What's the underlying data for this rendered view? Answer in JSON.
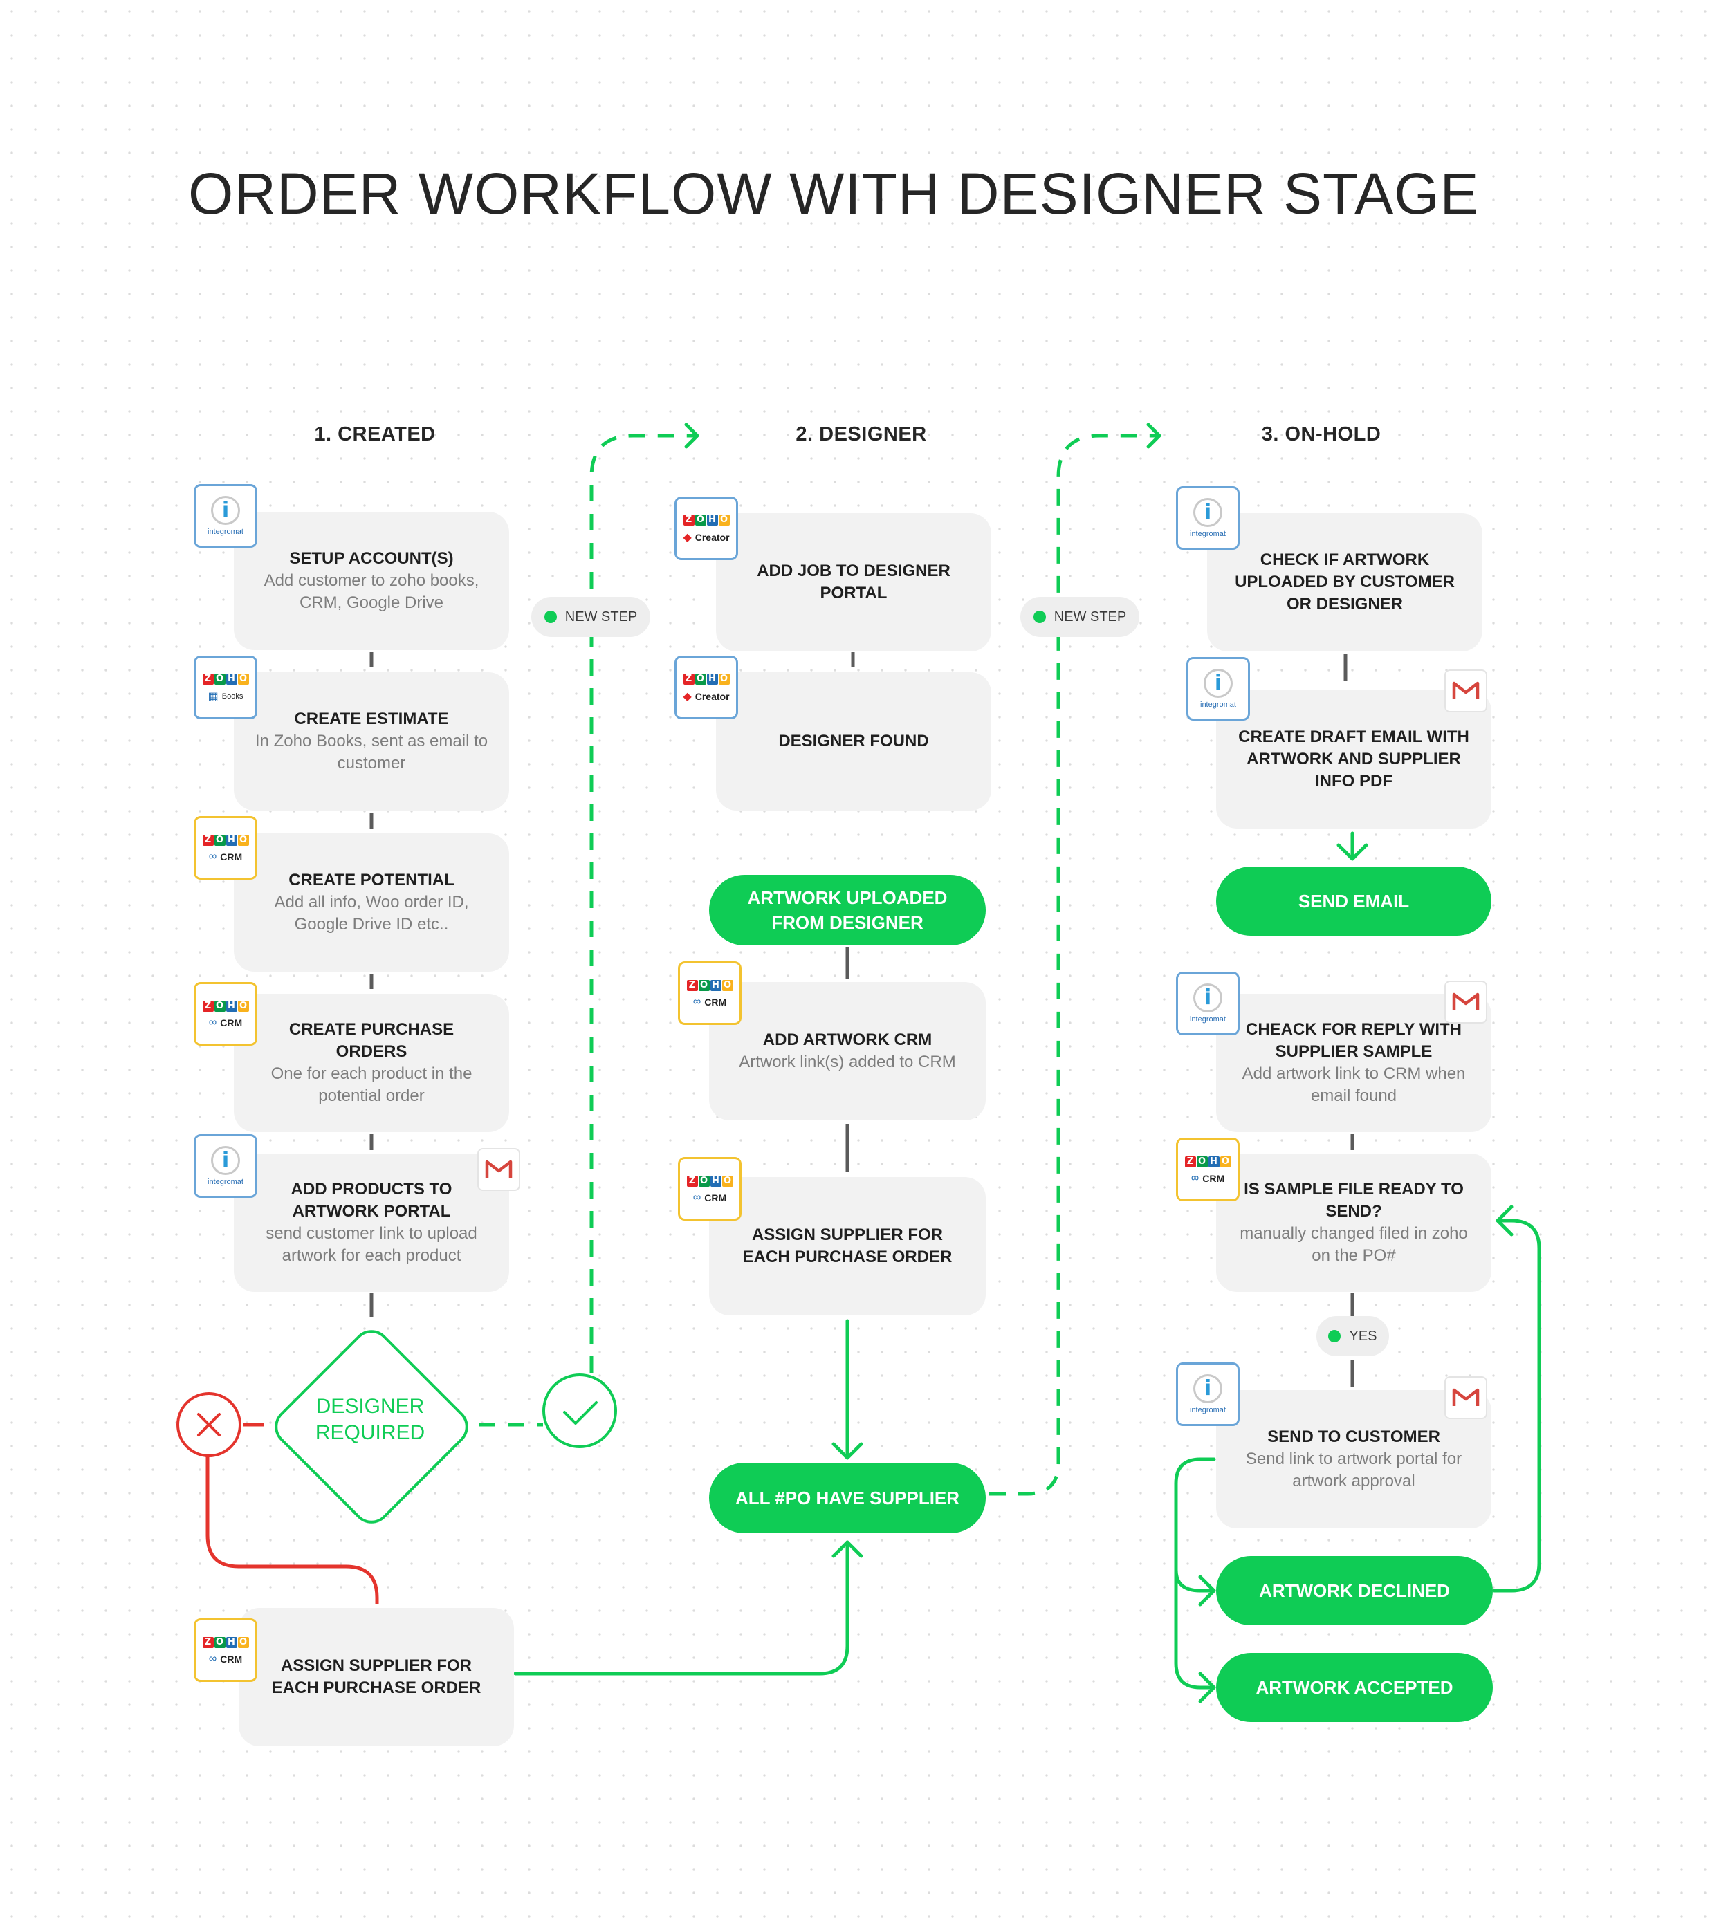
{
  "title": "ORDER WORKFLOW WITH DESIGNER STAGE",
  "colors": {
    "green": "#0fcc55",
    "red": "#e4342d",
    "card": "#f2f2f2",
    "text": "#1f1f1f",
    "muted": "#7d7d7d"
  },
  "columns": [
    "1. CREATED",
    "2. DESIGNER",
    "3. ON-HOLD"
  ],
  "tags": {
    "new_step": "NEW STEP",
    "yes": "YES"
  },
  "created": {
    "setup": {
      "title": "SETUP ACCOUNT(S)",
      "sub": "Add customer to zoho books, CRM, Google Drive",
      "icon": "integromat-icon"
    },
    "estimate": {
      "title": "CREATE ESTIMATE",
      "sub": "In Zoho Books, sent as email to customer",
      "icon": "zoho-books-icon"
    },
    "potential": {
      "title": "CREATE POTENTIAL",
      "sub": "Add all info, Woo order ID, Google Drive ID etc..",
      "icon": "zoho-crm-icon"
    },
    "po": {
      "title": "CREATE PURCHASE ORDERS",
      "sub": "One for each product in the potential order",
      "icon": "zoho-crm-icon"
    },
    "portal": {
      "title": "ADD PRODUCTS TO ARTWORK PORTAL",
      "sub": "send customer link to upload artwork for each product",
      "icons": [
        "integromat-icon",
        "gmail-icon"
      ]
    },
    "decision": "DESIGNER REQUIRED",
    "assign": {
      "title": "ASSIGN SUPPLIER FOR EACH PURCHASE ORDER",
      "icon": "zoho-crm-icon"
    }
  },
  "designer": {
    "add_job": {
      "title": "ADD JOB TO DESIGNER PORTAL",
      "icon": "zoho-creator-icon"
    },
    "found": {
      "title": "DESIGNER FOUND",
      "icon": "zoho-creator-icon"
    },
    "uploaded": "ARTWORK UPLOADED FROM DESIGNER",
    "artwork_crm": {
      "title": "ADD ARTWORK CRM",
      "sub": "Artwork link(s) added to CRM",
      "icon": "zoho-crm-icon"
    },
    "assign": {
      "title": "ASSIGN SUPPLIER FOR EACH PURCHASE ORDER",
      "icon": "zoho-crm-icon"
    },
    "all_po": "ALL #PO HAVE SUPPLIER"
  },
  "onhold": {
    "check": {
      "title": "CHECK IF ARTWORK UPLOADED BY CUSTOMER OR DESIGNER",
      "icon": "integromat-icon"
    },
    "draft": {
      "title": "CREATE DRAFT EMAIL WITH ARTWORK AND SUPPLIER INFO PDF",
      "icons": [
        "integromat-icon",
        "gmail-icon"
      ]
    },
    "send_email": "SEND EMAIL",
    "reply": {
      "title": "CHEACK FOR REPLY WITH SUPPLIER SAMPLE",
      "sub": "Add artwork link to CRM when email found",
      "icons": [
        "integromat-icon",
        "gmail-icon"
      ]
    },
    "sample": {
      "title": "IS SAMPLE FILE READY TO SEND?",
      "sub": "manually changed filed in zoho on the PO#",
      "icon": "zoho-crm-icon"
    },
    "send_customer": {
      "title": "SEND TO CUSTOMER",
      "sub": "Send link to artwork portal for artwork approval",
      "icons": [
        "integromat-icon",
        "gmail-icon"
      ]
    },
    "declined": "ARTWORK DECLINED",
    "accepted": "ARTWORK ACCEPTED"
  },
  "app_labels": {
    "integromat": "integromat",
    "zoho": [
      "Z",
      "O",
      "H",
      "O"
    ],
    "crm": "CRM",
    "books": "Books",
    "creator": "Creator",
    "gmail": "M"
  }
}
